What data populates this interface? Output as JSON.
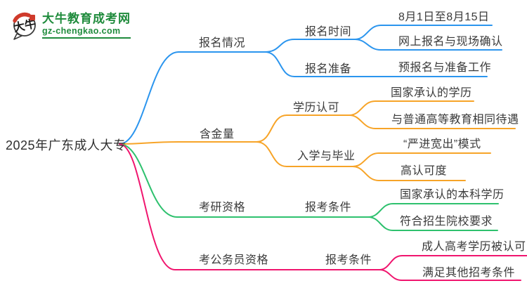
{
  "logo": {
    "title": "大牛教育成考网",
    "domain": "gz-chengkao.com",
    "icon_text": "大牛",
    "brand_green": "#1f8b3c",
    "seal_red": "#cf3a2b"
  },
  "root": {
    "label": "2025年广东成人大专"
  },
  "colors": {
    "text": "#3a3a3a"
  },
  "branches": [
    {
      "label": "报名情况",
      "color": "#2b95ee",
      "children": [
        {
          "label": "报名时间",
          "children": [
            {
              "label": "8月1日至8月15日"
            },
            {
              "label": "网上报名与现场确认"
            }
          ]
        },
        {
          "label": "报名准备",
          "children": [
            {
              "label": "预报名与准备工作"
            }
          ]
        }
      ]
    },
    {
      "label": "含金量",
      "color": "#f7a428",
      "children": [
        {
          "label": "学历认可",
          "children": [
            {
              "label": "国家承认的学历"
            },
            {
              "label": "与普通高等教育相同待遇"
            }
          ]
        },
        {
          "label": "入学与毕业",
          "children": [
            {
              "label": "“严进宽出”模式"
            },
            {
              "label": "高认可度"
            }
          ]
        }
      ]
    },
    {
      "label": "考研资格",
      "color": "#2ec16e",
      "children": [
        {
          "label": "报考条件",
          "children": [
            {
              "label": "国家承认的本科学历"
            },
            {
              "label": "符合招生院校要求"
            }
          ]
        }
      ]
    },
    {
      "label": "考公务员资格",
      "color": "#f0156e",
      "children": [
        {
          "label": "报考条件",
          "children": [
            {
              "label": "成人高考学历被认可"
            },
            {
              "label": "满足其他招考条件"
            }
          ]
        }
      ]
    }
  ]
}
